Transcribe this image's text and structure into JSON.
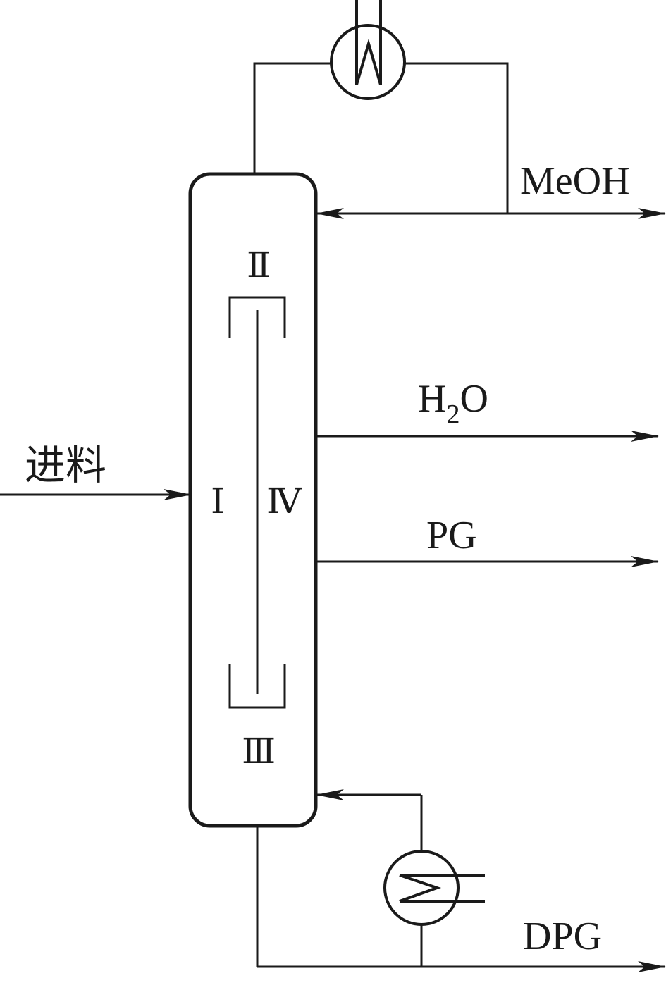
{
  "diagram": {
    "feed_label": "进料",
    "streams": {
      "top": "MeOH",
      "side_upper_main": "H",
      "side_upper_sub": "2",
      "side_upper_tail": "O",
      "side_lower": "PG",
      "bottom": "DPG"
    },
    "sections": {
      "I": "Ⅰ",
      "II": "Ⅱ",
      "III": "Ⅲ",
      "IV": "Ⅳ"
    },
    "colors": {
      "line": "#1a1a1a",
      "background": "#ffffff"
    }
  }
}
